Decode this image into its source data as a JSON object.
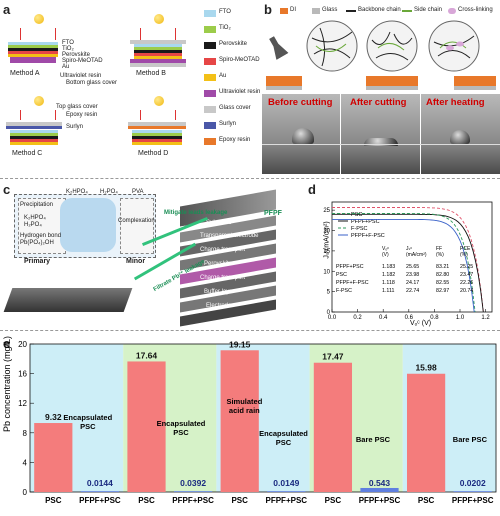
{
  "panels": {
    "a": "a",
    "b": "b",
    "c": "c",
    "d": "d",
    "e": "e"
  },
  "panel_a": {
    "layer_labels": [
      "FTO",
      "TiO₂",
      "Perovskite",
      "Spiro-MeOTAD",
      "Au"
    ],
    "methods": [
      "Method A",
      "Method B",
      "Method C",
      "Method D"
    ],
    "uv_resin": "Ultraviolet resin",
    "bottom_glass": "Bottom glass cover",
    "top_glass": "Top glass cover",
    "epoxy": "Epoxy resin",
    "surlyn": "Surlyn",
    "legend": [
      {
        "label": "FTO",
        "color": "#a9d8ee"
      },
      {
        "label": "TiO₂",
        "color": "#9ccc4a"
      },
      {
        "label": "Perovskite",
        "color": "#1a1a1a"
      },
      {
        "label": "Spiro-MeOTAD",
        "color": "#e64646"
      },
      {
        "label": "Au",
        "color": "#f3c017"
      },
      {
        "label": "Ultraviolet resin",
        "color": "#a04aa8"
      },
      {
        "label": "Glass cover",
        "color": "#c8c8c8"
      },
      {
        "label": "Surlyn",
        "color": "#4a57a8"
      },
      {
        "label": "Epoxy resin",
        "color": "#e8782a"
      }
    ]
  },
  "panel_b": {
    "legend": [
      "DI",
      "Glass",
      "Backbone chain",
      "Side chain",
      "Cross-linking"
    ],
    "captions": [
      "Before cutting",
      "After cutting",
      "After heating"
    ]
  },
  "panel_c": {
    "legend_items": [
      "K₂HPO₄",
      "H₂PO₄",
      "PVA"
    ],
    "labels": [
      "Precipitation",
      "K₂HPO₄",
      "H₂PO₄",
      "Hydrogen bond",
      "Pb(PO₄)₂OH",
      "Complexation",
      "Primary",
      "Minor",
      "PFPF",
      "Mitigate leads leakage",
      "Filtrate Pb²⁺ leakage"
    ],
    "stack_labels": [
      "Substrate",
      "Transparent electrode",
      "Charge transport",
      "Perovskite",
      "Charge transport",
      "Buffer layer",
      "Electrode"
    ]
  },
  "panel_d": {
    "ylabel": "Jₛᶜ(mA/cm²)",
    "xlabel": "Vₒᶜ (V)",
    "yticks": [
      "0",
      "5",
      "10",
      "15",
      "20",
      "25"
    ],
    "xticks": [
      "0.0",
      "0.2",
      "0.4",
      "0.6",
      "0.8",
      "1.0",
      "1.2"
    ],
    "legend": [
      "PSC",
      "PFPF+PSC",
      "F-PSC",
      "PFPF+F-PSC"
    ],
    "table": {
      "headers": [
        "",
        "Vₒᶜ\n(V)",
        "Jₛᶜ\n(mA/cm²)",
        "FF\n(%)",
        "PCE\n(%)"
      ],
      "rows": [
        [
          "PFPF+PSC",
          "1.183",
          "25.65",
          "83.21",
          "25.25"
        ],
        [
          "PSC",
          "1.182",
          "23.98",
          "82.80",
          "23.47"
        ],
        [
          "PFPF+F-PSC",
          "1.118",
          "24.17",
          "82.55",
          "22.26"
        ],
        [
          "F-PSC",
          "1.111",
          "22.74",
          "82.97",
          "20.74"
        ]
      ]
    }
  },
  "chart_data": {
    "type": "bar",
    "ylabel": "Pb concentration (mg/L)",
    "ylim": [
      0,
      20
    ],
    "yticks": [
      "0",
      "4",
      "8",
      "12",
      "16",
      "20"
    ],
    "categories": [
      "PSC",
      "PFPF+PSC",
      "PSC",
      "PFPF+PSC",
      "PSC",
      "PFPF+PSC",
      "PSC",
      "PFPF+PSC",
      "PSC",
      "PFPF+PSC"
    ],
    "values": [
      9.32,
      0.0144,
      17.64,
      0.0392,
      19.15,
      0.0149,
      17.47,
      0.543,
      15.98,
      0.0202
    ],
    "value_labels": [
      "9.32",
      "0.0144",
      "17.64",
      "0.0392",
      "19.15",
      "0.0149",
      "17.47",
      "0.543",
      "15.98",
      "0.0202"
    ],
    "group_labels": [
      "Encapsulated\nPSC",
      "Encapsulated\nPSC",
      "Simulated\nacid rain",
      "Encapsulated\nPSC",
      "Bare PSC",
      "Bare PSC"
    ],
    "group_colors": [
      "#cdeef7",
      "#d6f2c8",
      "#cdeef7",
      "#d6f2c8",
      "#cdeef7"
    ]
  }
}
